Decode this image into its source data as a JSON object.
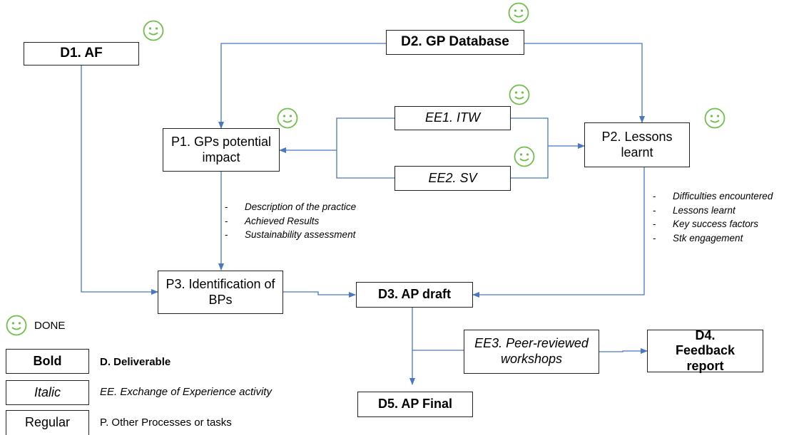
{
  "nodes": {
    "d1": "D1. AF",
    "d2": "D2. GP Database",
    "p1": "P1. GPs potential impact",
    "ee1": "EE1. ITW",
    "ee2": "EE2. SV",
    "p2": "P2. Lessons learnt",
    "p3": "P3. Identification of BPs",
    "d3": "D3. AP draft",
    "ee3": "EE3. Peer-reviewed workshops",
    "d4": "D4. Feedback report",
    "d5": "D5. AP Final"
  },
  "p1_outputs": [
    "Description of the practice",
    "Achieved Results",
    "Sustainability assessment"
  ],
  "p2_outputs": [
    "Difficulties encountered",
    "Lessons learnt",
    "Key success factors",
    "Stk engagement"
  ],
  "legend": {
    "done_label": "DONE",
    "bold": {
      "sample": "Bold",
      "desc": "D. Deliverable"
    },
    "italic": {
      "sample": "Italic",
      "desc": "EE. Exchange of Experience activity"
    },
    "regular": {
      "sample": "Regular",
      "desc": "P. Other Processes or tasks"
    }
  },
  "colors": {
    "connector": "#4a78c0",
    "done_icon": "#6fbf4a",
    "border": "#222222"
  },
  "done_marker_icon": "smiley-face-icon"
}
